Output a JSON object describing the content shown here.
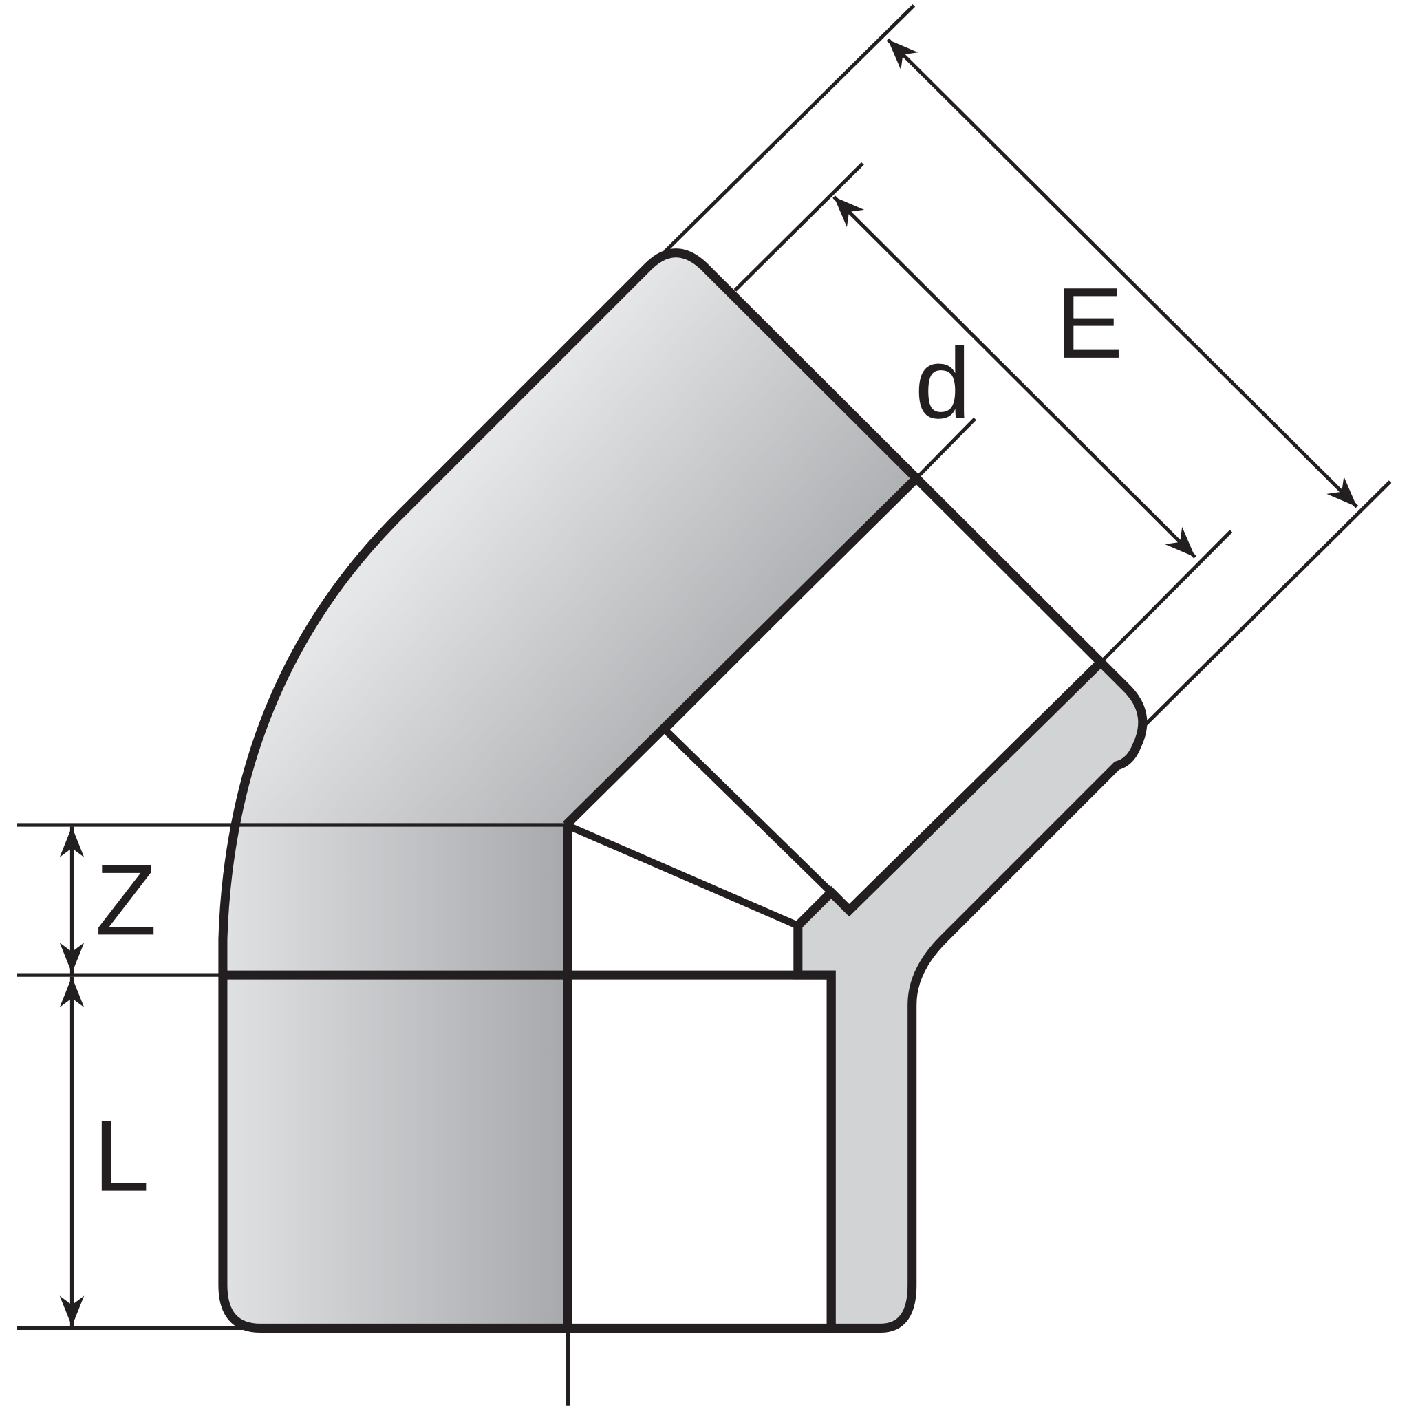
{
  "diagram": {
    "title_hidden": null,
    "labels": {
      "outer_diameter": "E",
      "pipe_diameter": "d",
      "z_length": "Z",
      "socket_length": "L"
    },
    "colors": {
      "stroke": "#231f20",
      "body_light": "#e6e7e9",
      "body_dark": "#939598",
      "section_fill": "#d1d3d4"
    }
  }
}
